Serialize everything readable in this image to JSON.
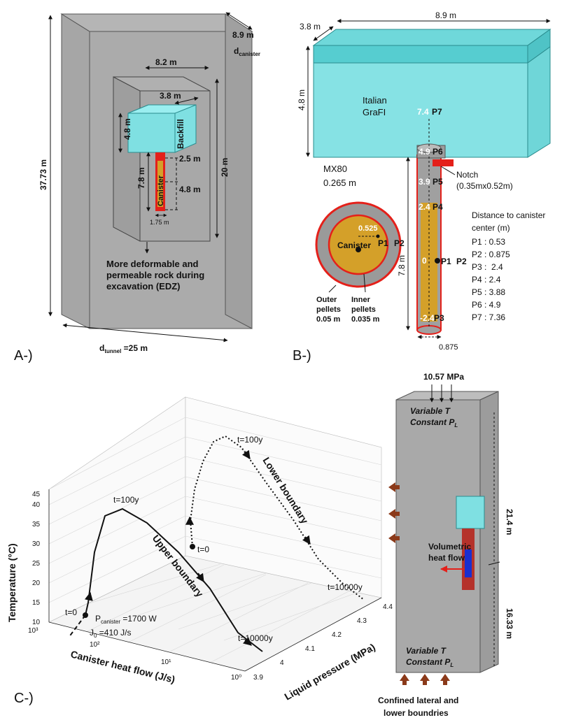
{
  "panel_a": {
    "tag": "A-)",
    "height_outer": "37.73 m",
    "depth_outer": "8.9 m",
    "d_canister_base": "d",
    "d_canister_sub": "canister",
    "d_tunnel_base": "d",
    "d_tunnel_sub": "tunnel",
    "d_tunnel_value": " =25 m",
    "inner_width": "8.2 m",
    "backfill_depth": "3.8 m",
    "backfill_height": "4.8 m",
    "backfill_label": "Backfill",
    "inner_height": "20 m",
    "canister_height": "7.8 m",
    "gap_top": "2.5 m",
    "gap_mid": "4.8 m",
    "canister_label": "Canister",
    "canister_width": "1.75 m",
    "edz_line1": "More deformable and",
    "edz_line2": "permeable rock during",
    "edz_line3": "excavation (EDZ)"
  },
  "panel_b": {
    "tag": "B-)",
    "depth": "3.8 m",
    "width": "8.9 m",
    "height": "4.8 m",
    "grafi_line1": "Italian",
    "grafi_line2": "GraFI",
    "notch_line1": "Notch",
    "notch_line2": "(0.35mx0.52m)",
    "mx80_line1": "MX80",
    "mx80_line2": "0.265 m",
    "cs_radius": "0.525",
    "cs_canister": "Canister",
    "outer_line1": "Outer",
    "outer_line2": "pellets",
    "outer_line3": "0.05 m",
    "inner_line1": "Inner",
    "inner_line2": "pellets",
    "inner_line3": "0.035 m",
    "column_height": "7.8 m",
    "column_width": "0.875",
    "points": [
      {
        "name": "P7",
        "value": "7.4"
      },
      {
        "name": "P6",
        "value": "4.9"
      },
      {
        "name": "P5",
        "value": "3.9"
      },
      {
        "name": "P4",
        "value": "2.4"
      },
      {
        "name": "P1",
        "value": "0"
      },
      {
        "name": "P2",
        "value": ""
      },
      {
        "name": "P3",
        "value": "-2.4"
      }
    ],
    "dist_title1": "Distance to canister",
    "dist_title2": "center (m)",
    "distances": [
      "P1 : 0.53",
      "P2 : 0.875",
      "P3 :  2.4",
      "P4 : 2.4",
      "P5 : 3.88",
      "P6 : 4.9",
      "P7 : 7.36"
    ]
  },
  "panel_c": {
    "tag": "C-)",
    "chart_data": {
      "type": "line",
      "title": "",
      "xlabel": "Canister heat flow (J/s)",
      "ylabel": "Liquid pressure (MPa)",
      "zlabel": "Temperature (°C)",
      "xscale": "log",
      "xlim": [
        1,
        1000
      ],
      "ylim": [
        3.9,
        4.4
      ],
      "zlim": [
        10,
        45
      ],
      "x_ticks": [
        "10³",
        "10²",
        "10¹",
        "10⁰"
      ],
      "y_ticks": [
        "3.9",
        "4",
        "4.1",
        "4.2",
        "4.3",
        "4.4"
      ],
      "z_ticks": [
        "10",
        "15",
        "20",
        "25",
        "30",
        "35",
        "40",
        "45"
      ],
      "series": [
        {
          "name": "Upper boundary",
          "style": "solid",
          "start_label": "t=0",
          "peak_label": "t=100y",
          "end_label": "t=10000y"
        },
        {
          "name": "Lower boundary",
          "style": "dotted",
          "start_label": "t=0",
          "peak_label": "t=100y",
          "end_label": "t=10000y"
        }
      ],
      "annotations": {
        "p_base": "P",
        "p_sub": "canister",
        "p_value": " =1700 W",
        "j_base": "J",
        "j_sub": "0",
        "j_value": " =410 J/s"
      }
    }
  },
  "model": {
    "top_load": "10.57 MPa",
    "top_bc1": "Variable T",
    "top_bc2_base": "Constant P",
    "top_bc2_sub": "L",
    "upper_len": "21.4 m",
    "lower_len": "16.33 m",
    "heat_line1": "Volumetric",
    "heat_line2": "heat flow",
    "bot_bc1": "Variable T",
    "bot_bc2_base": "Constant P",
    "bot_bc2_sub": "L",
    "confined1": "Confined lateral and",
    "confined2": "lower boundries"
  },
  "colors": {
    "rock": "#b3b3b3",
    "rock_dark": "#8c8c8c",
    "cyan": "#7fe0e2",
    "canister": "#d4a029",
    "red": "#e4201a",
    "grey_ring": "#9a9a9a",
    "arrow": "#8b3a1a"
  }
}
